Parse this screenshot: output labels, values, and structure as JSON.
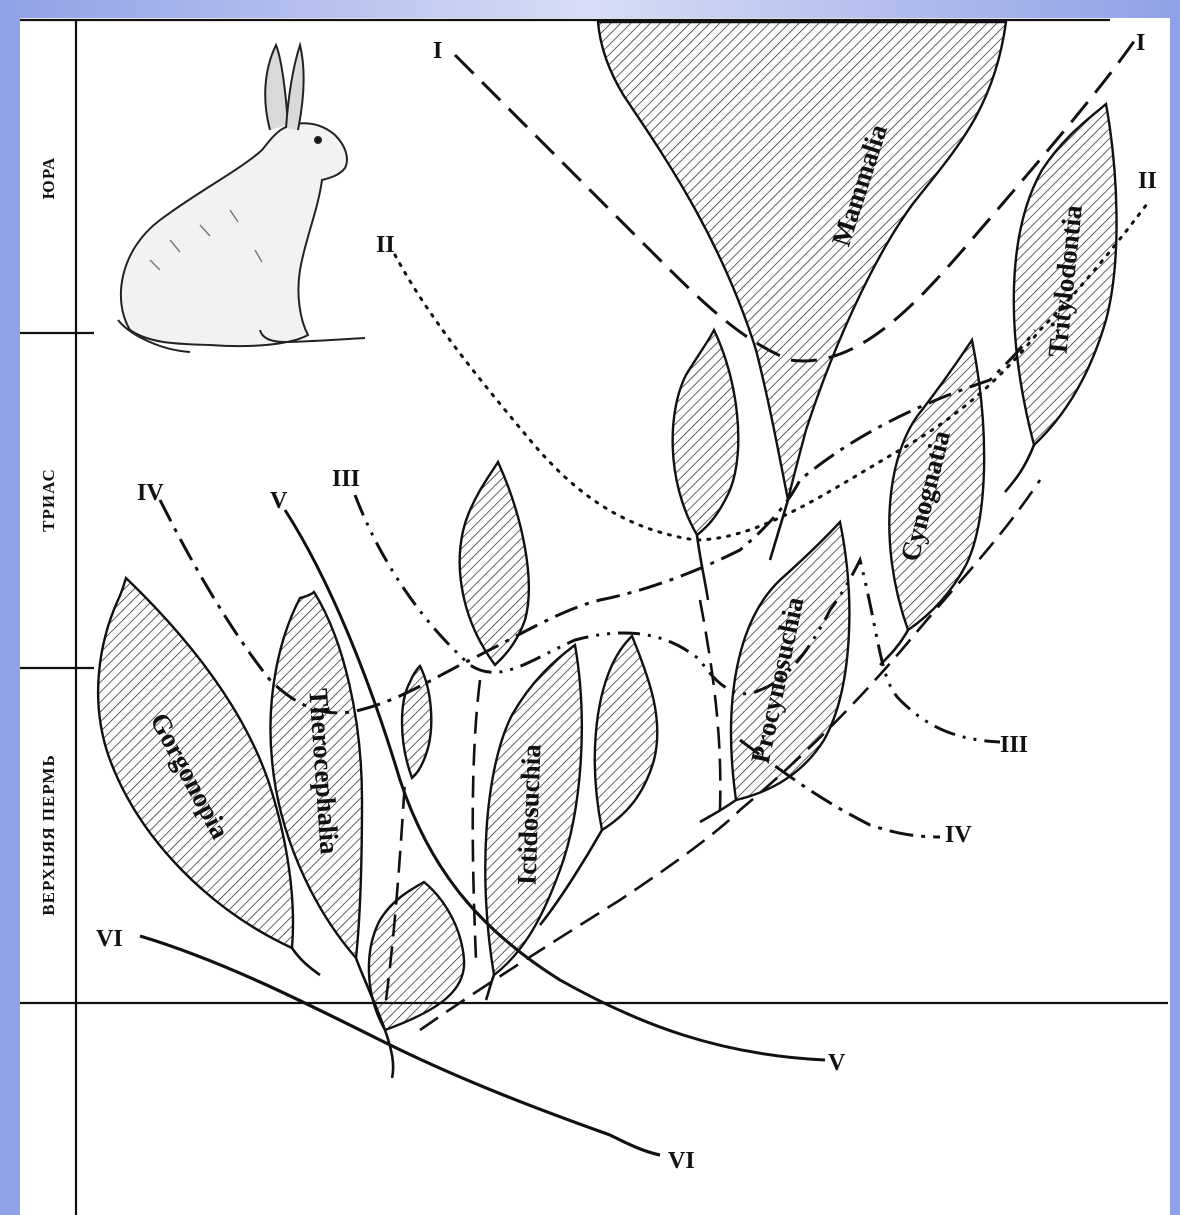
{
  "periods": [
    {
      "id": "jura",
      "label": "ЮРА"
    },
    {
      "id": "trias",
      "label": "ТРИАС"
    },
    {
      "id": "upper-perm",
      "label": "ВЕРХНЯЯ ПЕРМЬ"
    }
  ],
  "taxa": [
    {
      "id": "gorgonopia",
      "label": "Gorgonopia"
    },
    {
      "id": "therocephalia",
      "label": "Therocephalia"
    },
    {
      "id": "ictidosuchia",
      "label": "Ictidosuchia"
    },
    {
      "id": "procynosuchia",
      "label": "Procynosuchia"
    },
    {
      "id": "cynognatia",
      "label": "Cynognatia"
    },
    {
      "id": "tritylodontia",
      "label": "Tritylodontia"
    },
    {
      "id": "mammalia",
      "label": "Mammalia"
    }
  ],
  "lines": {
    "i": "I",
    "ii": "II",
    "iii": "III",
    "iv": "IV",
    "v": "V",
    "vi": "VI"
  },
  "colors": {
    "background": "#c4cdf0",
    "paper": "#ffffff",
    "ink": "#111111"
  }
}
